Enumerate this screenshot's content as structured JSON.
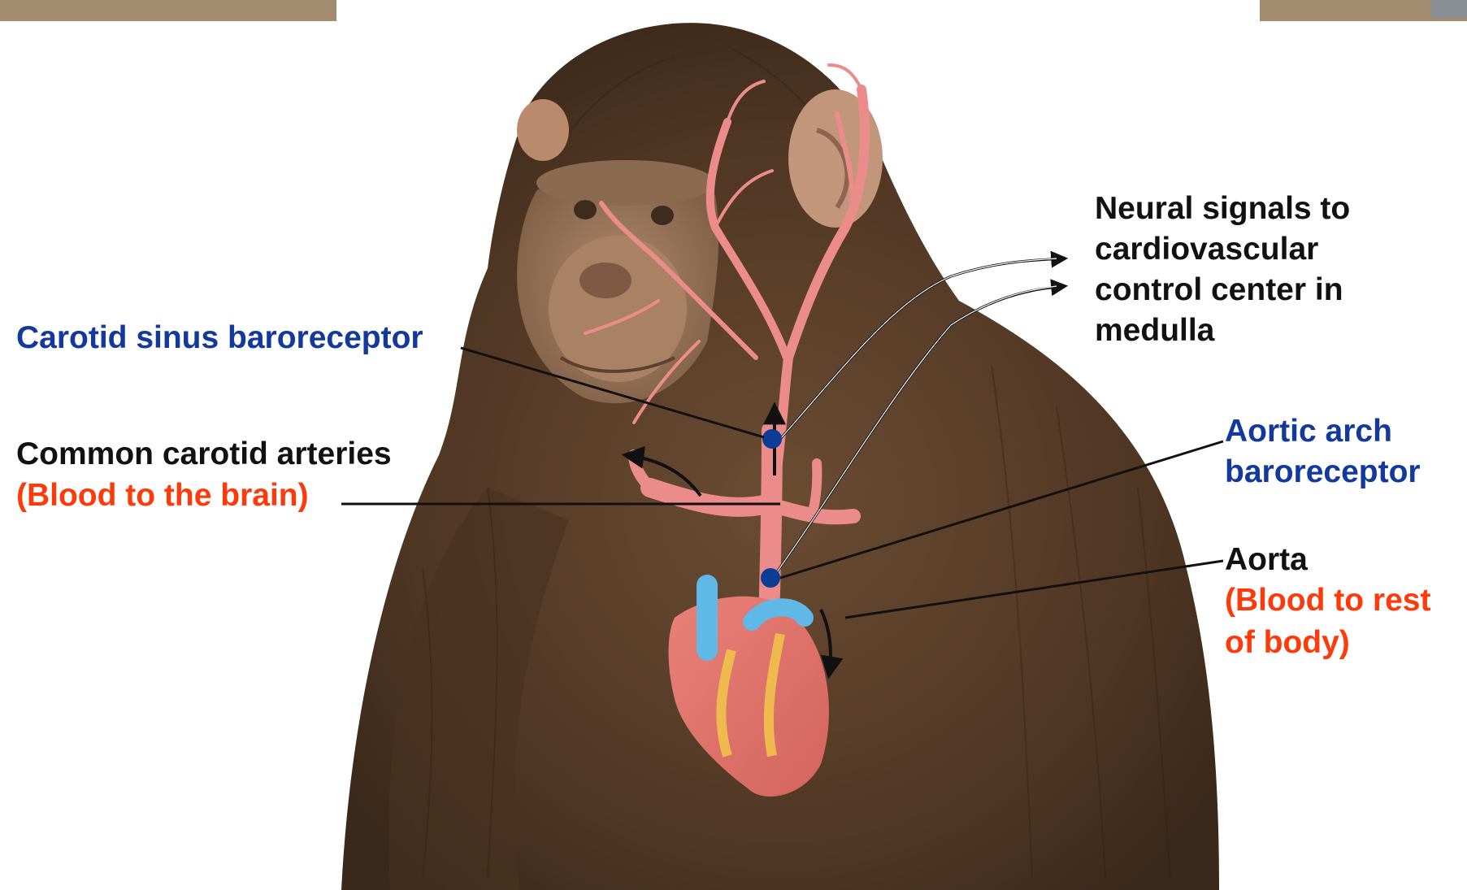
{
  "labels": {
    "carotid_sinus": "Carotid sinus baroreceptor",
    "common_carotid": "Common carotid arteries",
    "blood_to_brain": "(Blood to the brain)",
    "neural_line1": "Neural signals to",
    "neural_line2": "cardiovascular",
    "neural_line3": "control center in",
    "neural_line4": "medulla",
    "aortic_line1": "Aortic arch",
    "aortic_line2": "baroreceptor",
    "aorta": "Aorta",
    "blood_rest_line1": "(Blood to rest",
    "blood_rest_line2": "of body)"
  },
  "colors": {
    "baroreceptor_label": "#12399b",
    "blood_flow_label": "#ff3a0a",
    "artery": "#ec8c8a",
    "fur": "#5a3f29",
    "vein": "#5fb8e6",
    "baroreceptor_dot": "#0d3c96"
  }
}
